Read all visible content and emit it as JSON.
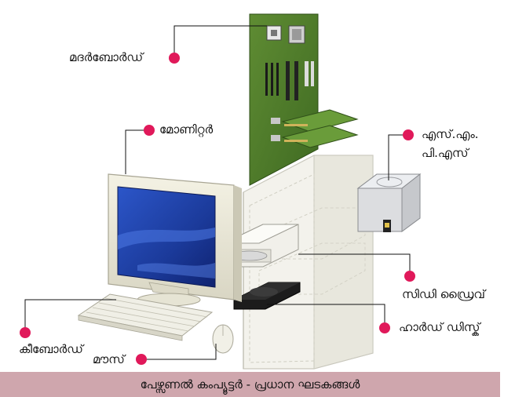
{
  "labels": {
    "motherboard": "മദർബോർഡ്",
    "monitor": "മോണിറ്റർ",
    "smps_line1": "എസ്.എം.",
    "smps_line2": "പി.എസ്",
    "cd_drive": "സിഡി ഡ്രൈവ്",
    "hard_disk": "ഹാർഡ് ഡിസ്ക്",
    "keyboard": "കീബോർഡ്",
    "mouse": "മൗസ്"
  },
  "footer": {
    "caption": "പേഴ്സണൽ കംപ്യൂട്ടർ - പ്രധാന ഘടകങ്ങൾ"
  },
  "colors": {
    "marker": "#e0195a",
    "footer_bg": "#cfa6ad",
    "board_green": "#4f7a2c",
    "screen_blue": "#1e3f9e"
  }
}
